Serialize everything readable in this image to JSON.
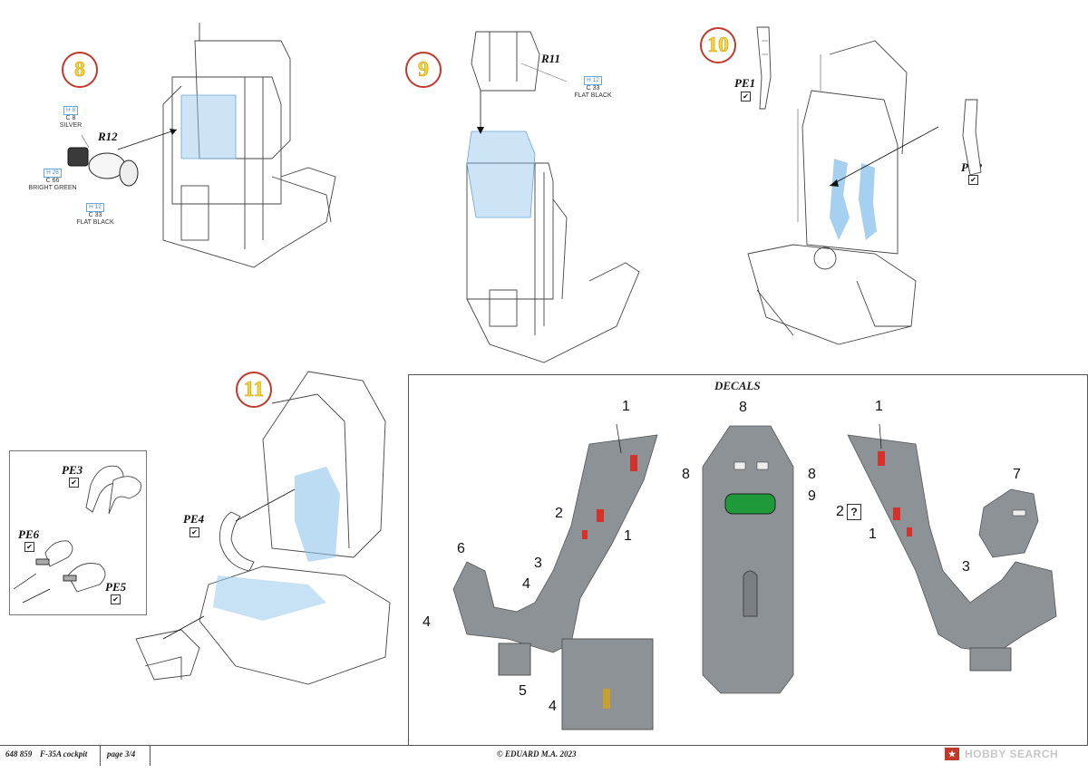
{
  "steps": [
    {
      "number": "8"
    },
    {
      "number": "9"
    },
    {
      "number": "10"
    },
    {
      "number": "11"
    }
  ],
  "step8": {
    "part": "R12",
    "paints": [
      {
        "code": "H 8",
        "mr": "C 8",
        "name": "SILVER"
      },
      {
        "code": "H 26",
        "mr": "C 66",
        "name": "BRIGHT GREEN"
      },
      {
        "code": "H 12",
        "mr": "C 33",
        "name": "FLAT BLACK"
      }
    ]
  },
  "step9": {
    "part": "R11",
    "paint": {
      "code": "H 12",
      "mr": "C 33",
      "name": "FLAT BLACK"
    }
  },
  "step10": {
    "parts": [
      "PE1",
      "PE2"
    ]
  },
  "step11": {
    "parts": [
      "PE3",
      "PE6",
      "PE5",
      "PE4"
    ]
  },
  "decals": {
    "title": "DECALS",
    "left_numbers": [
      "1",
      "2",
      "1",
      "3",
      "4",
      "6",
      "4",
      "5",
      "4"
    ],
    "center_numbers": [
      "8",
      "8",
      "8",
      "9"
    ],
    "right_numbers": [
      "1",
      "2",
      "?",
      "1",
      "3",
      "7"
    ]
  },
  "footer": {
    "code": "648 859",
    "title": "F-35A cockpit",
    "page": "page 3/4",
    "copyright": "© EDUARD  M.A. 2023",
    "watermark": "HOBBY SEARCH"
  },
  "colors": {
    "step_ring": "#c0392b",
    "step_digit": "#f3d23a",
    "decal_gray": "#8d9296",
    "decal_green": "#1f9a3a",
    "decal_red": "#d6322a",
    "highlight_blue": "#8fc4ec"
  }
}
